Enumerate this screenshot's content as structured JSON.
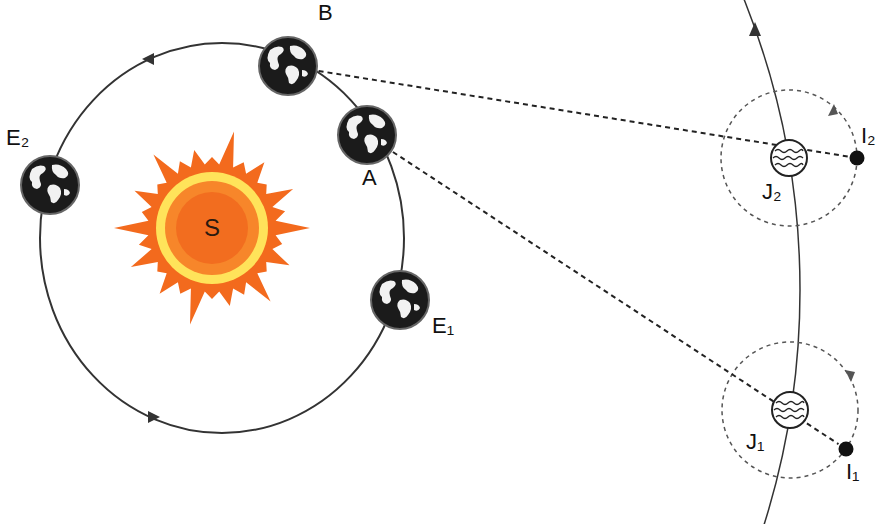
{
  "diagram": {
    "nodes": [
      {
        "text": [
          "B"
        ]
      },
      {
        "text": [
          "E₂"
        ]
      },
      {
        "text": [
          "S"
        ]
      },
      {
        "text": [
          "A"
        ]
      },
      {
        "text": [
          "E₁"
        ]
      },
      {
        "text": [
          "J₂"
        ]
      },
      {
        "text": [
          "I₂"
        ]
      },
      {
        "text": [
          "J₁"
        ]
      },
      {
        "text": [
          "I₁"
        ]
      }
    ],
    "edges": [
      {
        "from": 0,
        "to": 6,
        "arrow": "none"
      },
      {
        "from": 3,
        "to": 8,
        "arrow": "none"
      }
    ]
  }
}
